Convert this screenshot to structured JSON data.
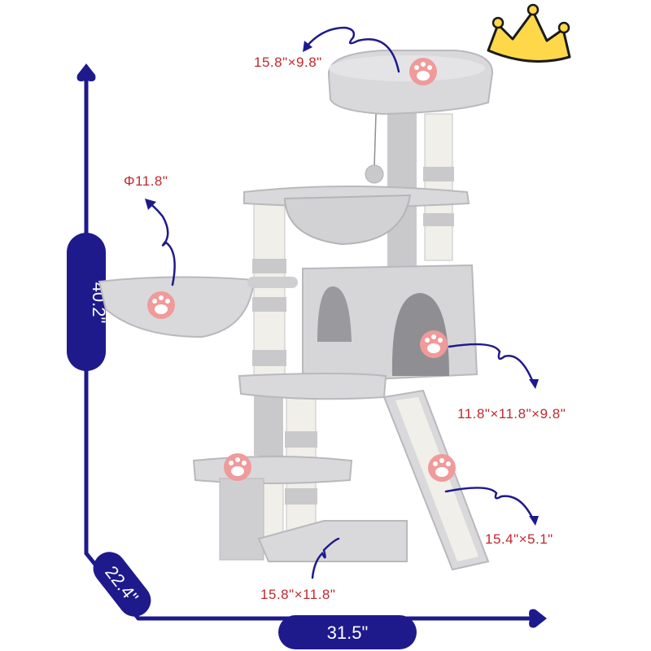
{
  "dimensions": {
    "top_perch": "15.8\"×9.8\"",
    "hammock": "Φ11.8\"",
    "condo": "11.8\"×11.8\"×9.8\"",
    "ramp": "15.4\"×5.1\"",
    "base": "15.8\"×11.8\"",
    "height": "40.2\"",
    "depth": "22.4\"",
    "width": "31.5\""
  },
  "colors": {
    "plush": "#d9d9db",
    "plush_shadow": "#b9b9bd",
    "sisal": "#f1efe9",
    "arrow": "#1e1a8c",
    "label": "#c0282d",
    "paw": "#f09a9a",
    "crown": "#ffd84a"
  }
}
